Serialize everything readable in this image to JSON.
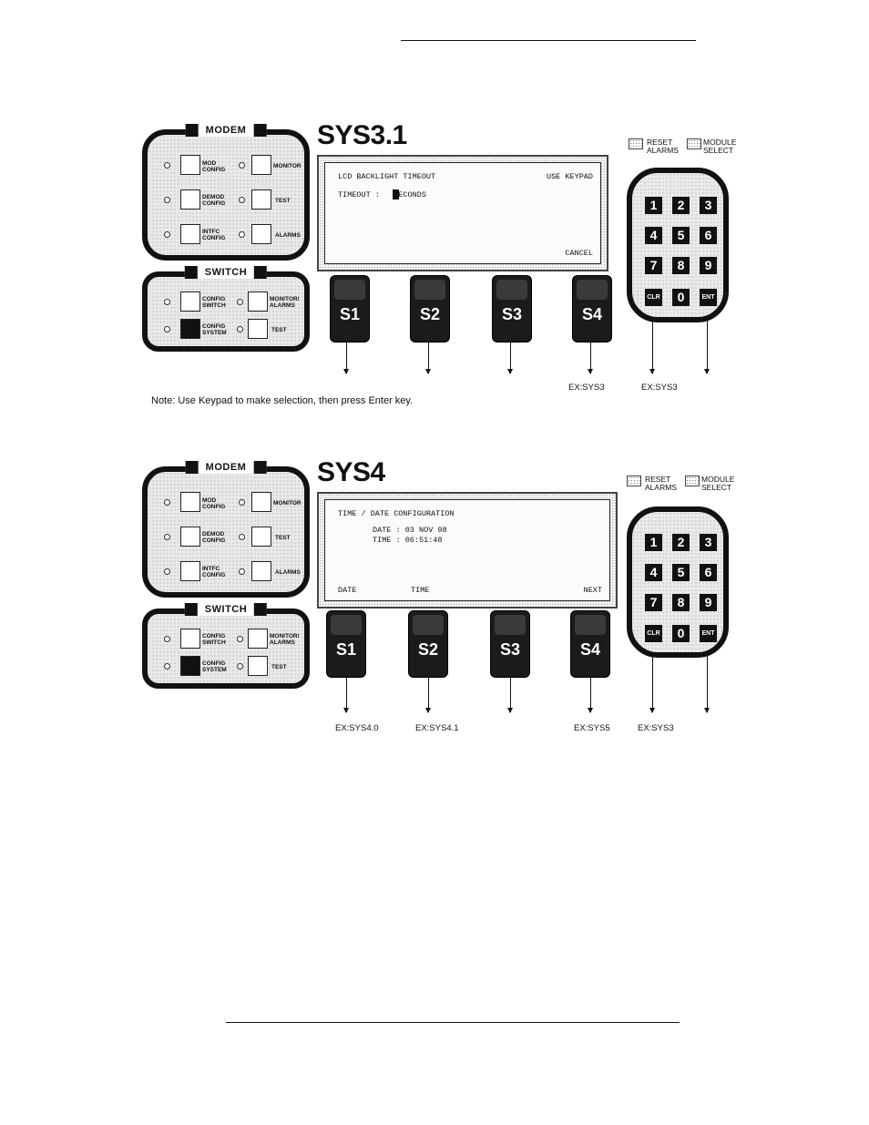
{
  "diagrams": [
    {
      "screen_title": "SYS3.1",
      "modem_panel": {
        "title": "MODEM",
        "keys": [
          {
            "label": "MOD CONFIG",
            "filled": false
          },
          {
            "label": "MONITOR",
            "filled": false
          },
          {
            "label": "DEMOD CONFIG",
            "filled": false
          },
          {
            "label": "TEST",
            "filled": false
          },
          {
            "label": "INTFC CONFIG",
            "filled": false
          },
          {
            "label": "ALARMS",
            "filled": false
          }
        ]
      },
      "switch_panel": {
        "title": "SWITCH",
        "keys": [
          {
            "label": "CONFIG SWITCH",
            "filled": false
          },
          {
            "label": "MONITOR/ ALARMS",
            "filled": false
          },
          {
            "label": "CONFIG SYSTEM",
            "filled": true
          },
          {
            "label": "TEST",
            "filled": false
          }
        ]
      },
      "lcd": {
        "line1_left": "LCD BACKLIGHT TIMEOUT",
        "line1_right": "USE KEYPAD",
        "line2": "TIMEOUT :   SECONDS",
        "line3": "",
        "line4": "",
        "bottom_left": "",
        "bottom_mid": "",
        "bottom_right": "CANCEL"
      },
      "softkeys": [
        "S1",
        "S2",
        "S3",
        "S4"
      ],
      "softkey_targets": [
        "",
        "",
        "",
        "EX:SYS3"
      ],
      "keypad": {
        "reset_label": "RESET ALARMS",
        "module_label": "MODULE SELECT",
        "keys": [
          "1",
          "2",
          "3",
          "4",
          "5",
          "6",
          "7",
          "8",
          "9",
          "CLR",
          "0",
          "ENT"
        ],
        "clr_target": "EX:SYS3",
        "ent_target": ""
      },
      "note": "Note: Use Keypad to make selection, then press Enter key."
    },
    {
      "screen_title": "SYS4",
      "modem_panel": {
        "title": "MODEM",
        "keys": [
          {
            "label": "MOD CONFIG",
            "filled": false
          },
          {
            "label": "MONITOR",
            "filled": false
          },
          {
            "label": "DEMOD CONFIG",
            "filled": false
          },
          {
            "label": "TEST",
            "filled": false
          },
          {
            "label": "INTFC CONFIG",
            "filled": false
          },
          {
            "label": "ALARMS",
            "filled": false
          }
        ]
      },
      "switch_panel": {
        "title": "SWITCH",
        "keys": [
          {
            "label": "CONFIG SWITCH",
            "filled": false
          },
          {
            "label": "MONITOR/ ALARMS",
            "filled": false
          },
          {
            "label": "CONFIG SYSTEM",
            "filled": true
          },
          {
            "label": "TEST",
            "filled": false
          }
        ]
      },
      "lcd": {
        "line1_left": "TIME / DATE CONFIGURATION",
        "line1_right": "",
        "line2": "",
        "line3": "DATE : 03 NOV 98",
        "line4": "TIME : 06:51:48",
        "bottom_left": "DATE",
        "bottom_mid": "TIME",
        "bottom_right": "NEXT"
      },
      "softkeys": [
        "S1",
        "S2",
        "S3",
        "S4"
      ],
      "softkey_targets": [
        "EX:SYS4.0",
        "EX:SYS4.1",
        "",
        "EX:SYS5"
      ],
      "keypad": {
        "reset_label": "RESET ALARMS",
        "module_label": "MODULE SELECT",
        "keys": [
          "1",
          "2",
          "3",
          "4",
          "5",
          "6",
          "7",
          "8",
          "9",
          "CLR",
          "0",
          "ENT"
        ],
        "clr_target": "EX:SYS3",
        "ent_target": ""
      },
      "note": ""
    }
  ]
}
